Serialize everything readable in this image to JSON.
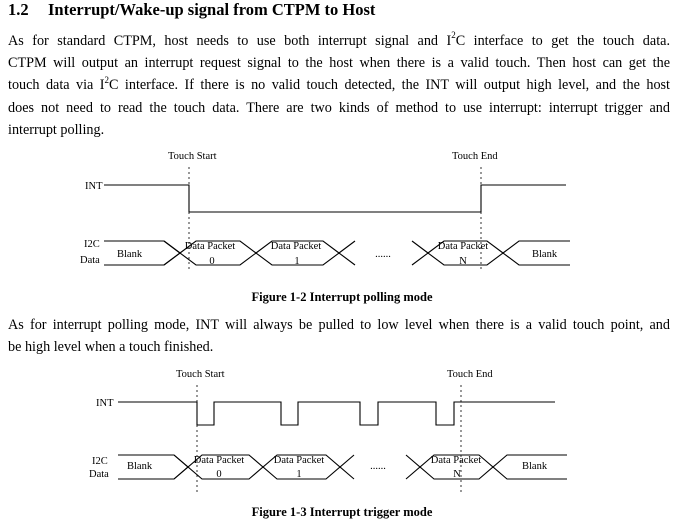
{
  "section": {
    "number": "1.2",
    "title": "Interrupt/Wake-up signal from CTPM to Host"
  },
  "intro": {
    "line1a": "As for standard CTPM, host needs to use both interrupt signal and I",
    "line1sup": "2",
    "line1b": "C interface to get the touch data.",
    "line2": "CTPM will output an interrupt request signal to the host when there is a valid touch. Then host can get the",
    "line3a": "touch data via I",
    "line3sup": "2",
    "line3b": "C interface. If there is no valid touch detected, the INT will output high level, and the host",
    "line4": "does not need to read the touch data. There are two kinds of method to use interrupt: interrupt trigger and",
    "line5": "interrupt polling."
  },
  "figure1": {
    "touch_start": "Touch Start",
    "touch_end": "Touch End",
    "int_label": "INT",
    "i2c_label_1": "I2C",
    "i2c_label_2": "Data",
    "blank_left": "Blank",
    "packet0_1": "Data Packet",
    "packet0_2": "0",
    "packet1_1": "Data Packet",
    "packet1_2": "1",
    "dots": "......",
    "packetN_1": "Data Packet",
    "packetN_2": "N",
    "blank_right": "Blank",
    "caption": "Figure 1-2 Interrupt polling mode"
  },
  "middle": {
    "line1": "As for interrupt polling mode, INT will always be pulled to low level when there is a valid touch point, and",
    "line2": "be high level when a touch finished."
  },
  "figure2": {
    "touch_start": "Touch Start",
    "touch_end": "Touch End",
    "int_label": "INT",
    "i2c_label_1": "I2C",
    "i2c_label_2": "Data",
    "blank_left": "Blank",
    "packet0_1": "Data Packet",
    "packet0_2": "0",
    "packet1_1": "Data Packet",
    "packet1_2": "1",
    "dots": "......",
    "packetN_1": "Data Packet",
    "packetN_2": "N",
    "blank_right": "Blank",
    "caption": "Figure 1-3 Interrupt trigger mode"
  }
}
